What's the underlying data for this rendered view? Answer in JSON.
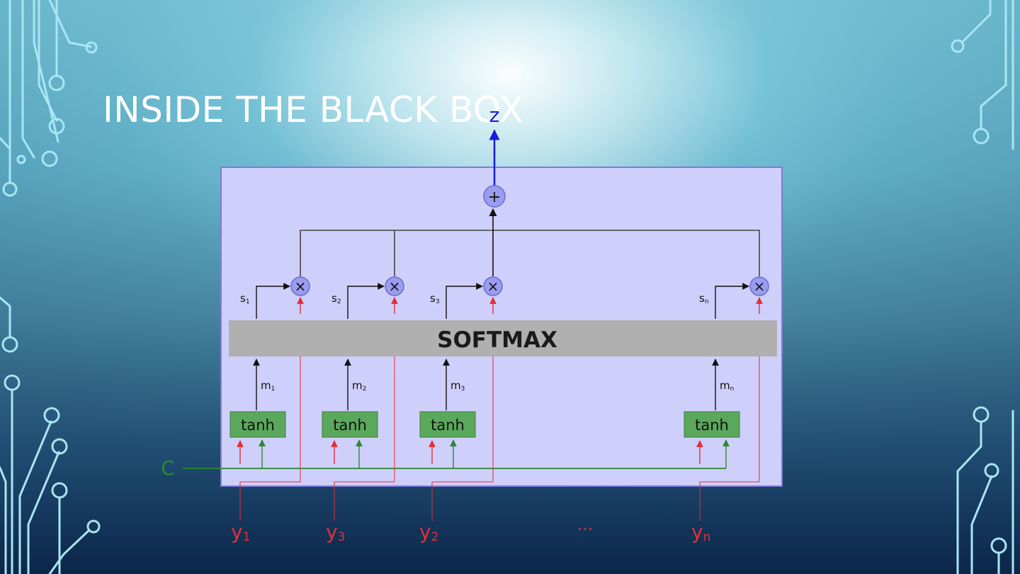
{
  "slide": {
    "title": "INSIDE THE BLACK BOX"
  },
  "diagram": {
    "output_label": "z",
    "sum_symbol": "+",
    "multiply_symbol": "×",
    "softmax_label": "SOFTMAX",
    "context_label": "C",
    "ellipsis": "...",
    "branches": [
      {
        "s_label": "s",
        "s_sub": "1",
        "m_label": "m",
        "m_sub": "1",
        "tanh_label": "tanh",
        "y_label": "y",
        "y_sub": "1"
      },
      {
        "s_label": "s",
        "s_sub": "2",
        "m_label": "m",
        "m_sub": "2",
        "tanh_label": "tanh",
        "y_label": "y",
        "y_sub": "3"
      },
      {
        "s_label": "s",
        "s_sub": "3",
        "m_label": "m",
        "m_sub": "3",
        "tanh_label": "tanh",
        "y_label": "y",
        "y_sub": "2"
      },
      {
        "s_label": "s",
        "s_sub": "n",
        "m_label": "m",
        "m_sub": "n",
        "tanh_label": "tanh",
        "y_label": "y",
        "y_sub": "n"
      }
    ],
    "colors": {
      "panel_fill": "#cfcffc",
      "panel_border": "#7d7dd6",
      "node_fill": "#9a9cf0",
      "node_stroke": "#6a6cc8",
      "softmax_fill": "#b0b0b0",
      "tanh_fill": "#5aa85c",
      "input_red": "#e0303a",
      "context_green": "#2a8a2e",
      "output_blue": "#1a1ad8",
      "signal_black": "#111111"
    }
  }
}
